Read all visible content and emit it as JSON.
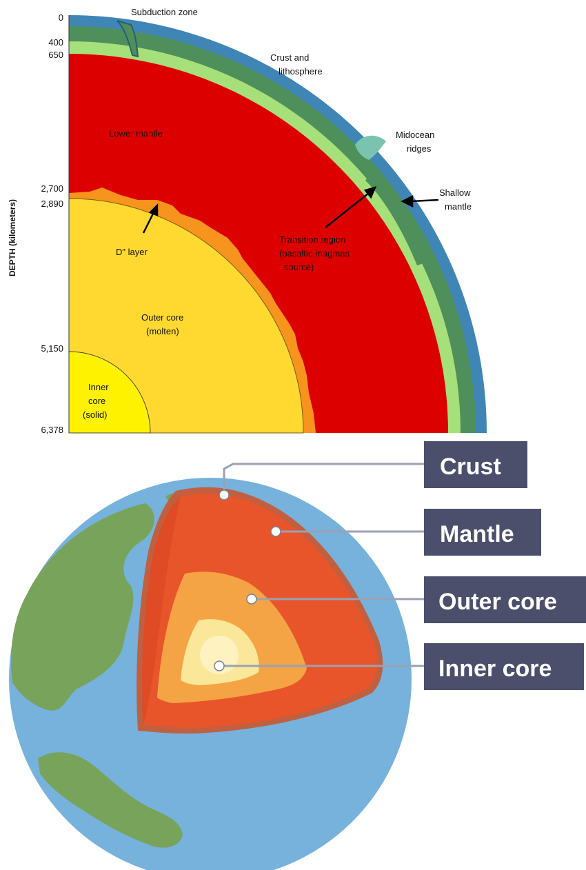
{
  "cross_section": {
    "y_axis_label": "DEPTH (kilometers)",
    "depth_ticks": [
      "0",
      "400",
      "650",
      "2,700",
      "2,890",
      "5,150",
      "6,378"
    ],
    "labels": {
      "subduction_zone": "Subduction zone",
      "crust_line1": "Crust and",
      "crust_line2": "lithosphere",
      "midocean_line1": "Midocean",
      "midocean_line2": "ridges",
      "shallow_line1": "Shallow",
      "shallow_line2": "mantle",
      "lower_mantle": "Lower mantle",
      "transition_line1": "Transition region",
      "transition_line2": "(basaltic magmas",
      "transition_line3": "source)",
      "d_layer": "D\" layer",
      "outer_core_line1": "Outer core",
      "outer_core_line2": "(molten)",
      "inner_core_line1": "Inner",
      "inner_core_line2": "core",
      "inner_core_line3": "(solid)"
    },
    "colors": {
      "crust": "#3f86b6",
      "lithosphere": "#4f8f5c",
      "shallow_mantle": "#a6e07a",
      "lower_mantle": "#dd0000",
      "d_layer": "#f7941d",
      "outer_core": "#ffd92f",
      "inner_core": "#fff200"
    }
  },
  "globe": {
    "labels": {
      "crust": "Crust",
      "mantle": "Mantle",
      "outer_core": "Outer core",
      "inner_core": "Inner core"
    },
    "colors": {
      "ocean": "#76b2dc",
      "land": "#78a35a",
      "mantle": "#e8552a",
      "outer_core": "#f5a445",
      "inner_core": "#fbe79a",
      "label_box": "#4b4f6b"
    }
  }
}
